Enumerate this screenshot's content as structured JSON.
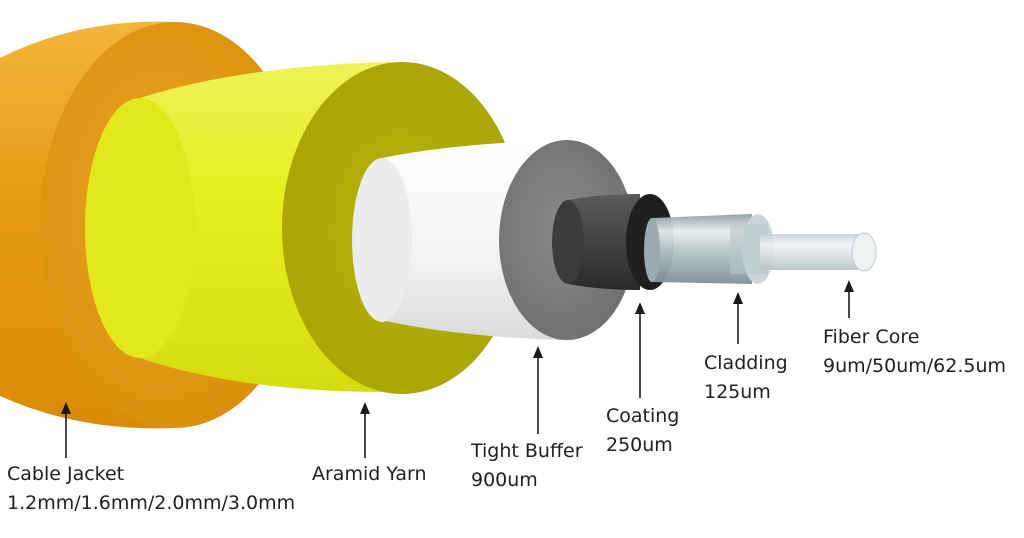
{
  "labels": {
    "cable_jacket": {
      "name": "Cable Jacket",
      "spec": "1.2mm/1.6mm/2.0mm/3.0mm"
    },
    "aramid_yarn": {
      "name": "Aramid Yarn",
      "spec": ""
    },
    "tight_buffer": {
      "name": "Tight Buffer",
      "spec": "900um"
    },
    "coating": {
      "name": "Coating",
      "spec": "250um"
    },
    "cladding": {
      "name": "Cladding",
      "spec": "125um"
    },
    "fiber_core": {
      "name": "Fiber Core",
      "spec": "9um/50um/62.5um"
    }
  },
  "colors": {
    "jacket": "#e8a21c",
    "aramid": "#e6ec2a",
    "buffer": "#f4f4f4",
    "coating": "#3a3a3a",
    "cladding": "#b8c4c8",
    "core": "#d8e0e4"
  }
}
